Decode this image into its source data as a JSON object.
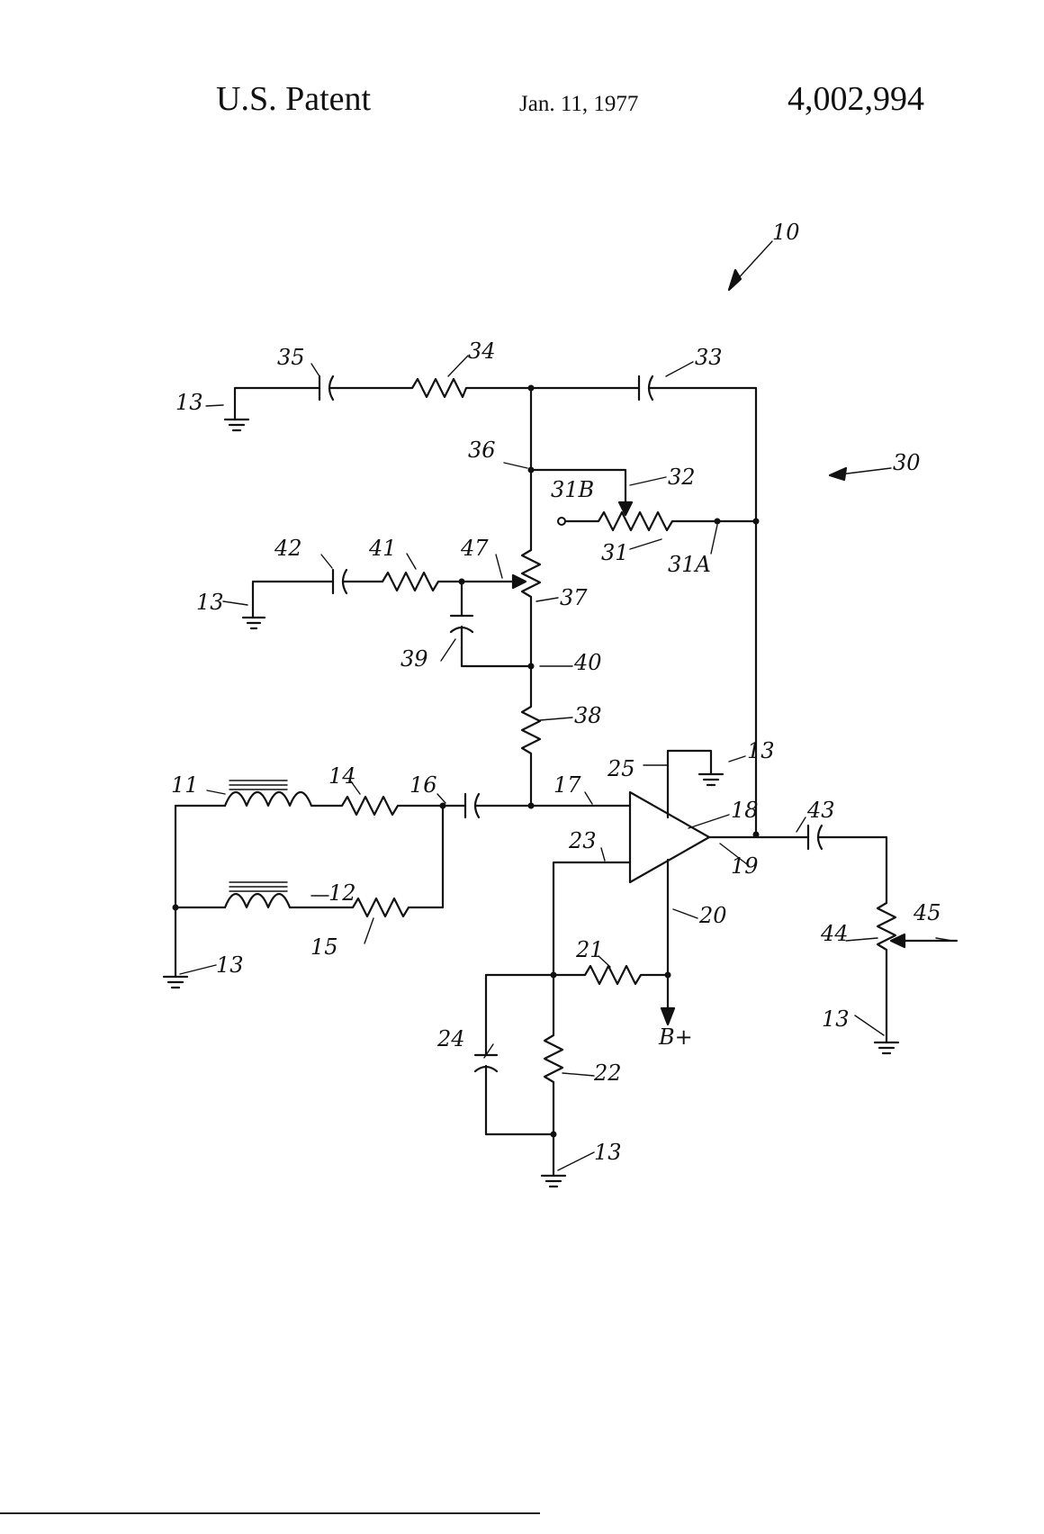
{
  "header": {
    "left": "U.S. Patent",
    "date": "Jan. 11, 1977",
    "number": "4,002,994"
  },
  "labels": {
    "ref_10": "10",
    "ref_30": "30",
    "ref_35": "35",
    "ref_34": "34",
    "ref_33": "33",
    "ref_13_a": "13",
    "ref_36": "36",
    "ref_32": "32",
    "ref_31B": "31B",
    "ref_31": "31",
    "ref_31A": "31A",
    "ref_42": "42",
    "ref_41": "41",
    "ref_47": "47",
    "ref_13_b": "13",
    "ref_37": "37",
    "ref_39": "39",
    "ref_40": "40",
    "ref_38": "38",
    "ref_25": "25",
    "ref_13_c": "13",
    "ref_18": "18",
    "ref_43": "43",
    "ref_11": "11",
    "ref_14": "14",
    "ref_16": "16",
    "ref_17": "17",
    "ref_23": "23",
    "ref_19": "19",
    "ref_20": "20",
    "ref_12": "12",
    "ref_15": "15",
    "ref_13_d": "13",
    "ref_21": "21",
    "ref_44": "44",
    "ref_45": "45",
    "ref_bplus": "B+",
    "ref_24": "24",
    "ref_22": "22",
    "ref_13_e": "13",
    "ref_13_f": "13"
  }
}
